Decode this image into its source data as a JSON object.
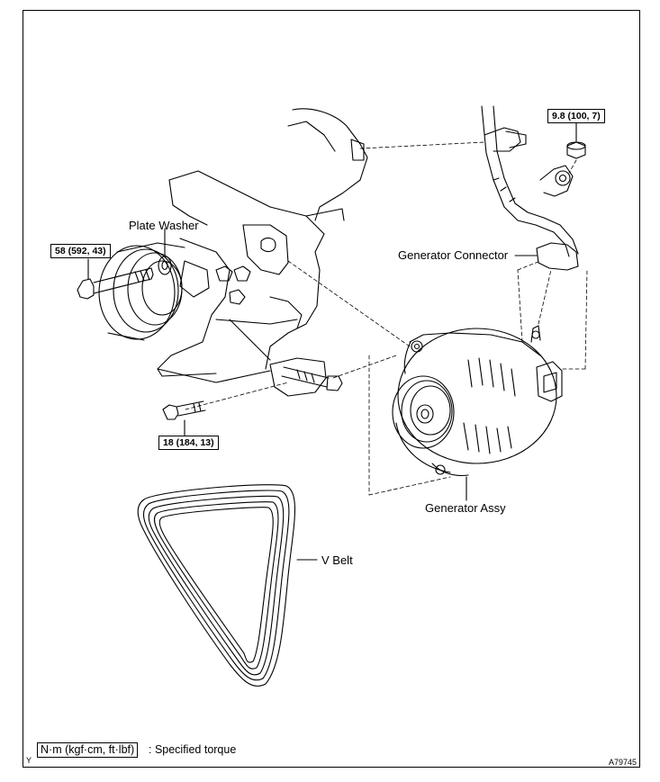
{
  "labels": {
    "plate_washer": "Plate Washer",
    "generator_connector": "Generator Connector",
    "generator_assy": "Generator Assy",
    "v_belt": "V Belt"
  },
  "torques": {
    "upper_bolt": "58 (592, 43)",
    "lower_bolt": "18 (184, 13)",
    "nut": "9.8 (100, 7)"
  },
  "legend": {
    "unit": "N·m (kgf·cm, ft·lbf)",
    "meaning": ": Specified torque"
  },
  "corner_marks": {
    "left": "Y",
    "figure_id": "A79745"
  }
}
